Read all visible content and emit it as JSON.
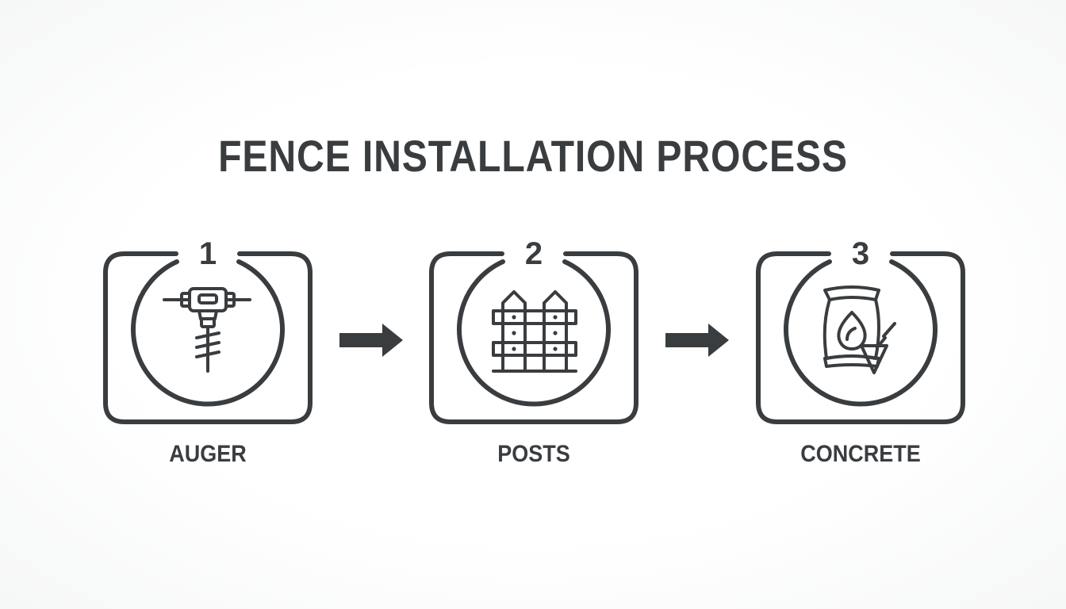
{
  "title": "FENCE INSTALLATION PROCESS",
  "colors": {
    "ink": "#3a3d40",
    "background": "#ffffff"
  },
  "steps": [
    {
      "number": "1",
      "label": "AUGER",
      "icon": "auger-icon"
    },
    {
      "number": "2",
      "label": "POSTS",
      "icon": "fence-posts-icon"
    },
    {
      "number": "3",
      "label": "CONCRETE",
      "icon": "concrete-bag-icon"
    }
  ],
  "arrows": [
    {
      "icon": "arrow-right-icon"
    },
    {
      "icon": "arrow-right-icon"
    }
  ]
}
